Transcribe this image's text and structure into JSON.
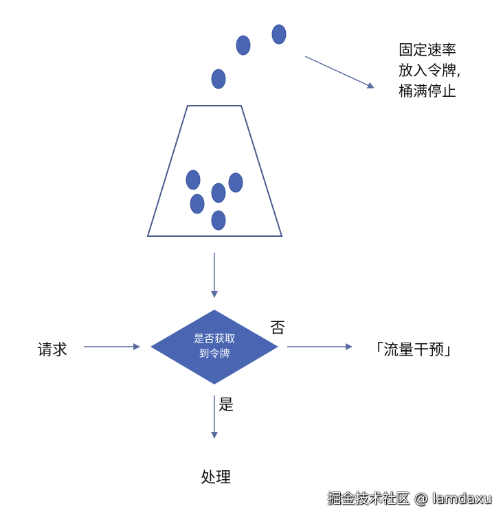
{
  "colors": {
    "token": "#4a66b3",
    "token_stroke": "#3b54a0",
    "line": "#5a6d9e",
    "bucket": "#4a5a8c",
    "diamond": "#4a66b3"
  },
  "note": {
    "line1": "固定速率",
    "line2": "放入令牌,",
    "line3": "桶满停止"
  },
  "decision": {
    "line1": "是否获取",
    "line2": "到令牌"
  },
  "labels": {
    "request": "请求",
    "no": "否",
    "yes": "是",
    "flow_control": "「流量干预」",
    "process": "处理"
  },
  "watermark": "掘金技术社区 @ lamdaxu"
}
